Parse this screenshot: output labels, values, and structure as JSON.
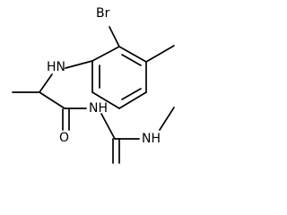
{
  "molecule": {
    "labels": {
      "br": "Br",
      "nh_aniline": "HN",
      "nh_amide": "NH",
      "o": "O",
      "nh_urea": "NH"
    }
  }
}
